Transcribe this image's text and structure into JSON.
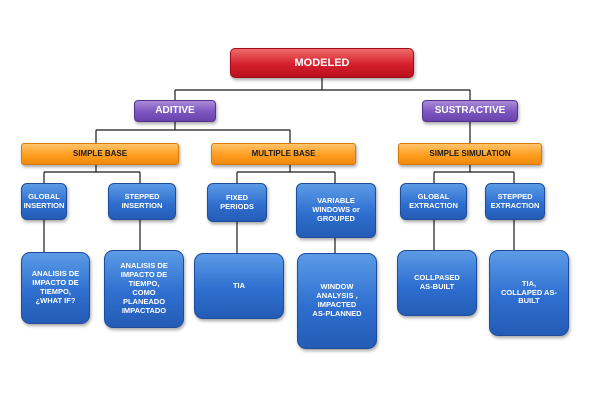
{
  "diagram": {
    "root": "MODELED",
    "aditive": "ADITIVE",
    "sustractive": "SUSTRACTIVE",
    "simple_base": "SIMPLE BASE",
    "multiple_base": "MULTIPLE BASE",
    "simple_simulation": "SIMPLE SIMULATION",
    "global_insertion": "GLOBAL\nINSERTION",
    "stepped_insertion": "STEPPED\nINSERTION",
    "fixed_periods": "FIXED\nPERIODS",
    "variable_windows": "VARIABLE\nWINDOWS or\nGROUPED",
    "global_extraction": "GLOBAL\nEXTRACTION",
    "stepped_extraction": "STEPPED\nEXTRACTION",
    "analisis_what_if": "ANALISIS DE\nIMPACTO DE\nTIEMPO,\n¿WHAT IF?",
    "analisis_planeado": "ANALISIS DE\nIMPACTO DE\nTIEMPO,\nCOMO\nPLANEADO\nIMPACTADO",
    "tia": "TIA",
    "window_analysis": "WINDOW\nANALYSIS ,\nIMPACTED\nAS-PLANNED",
    "collapsed_as_built": "COLLPASED\nAS-BUILT",
    "tia_collaped": "TIA,\nCOLLAPED  AS-\nBUILT"
  }
}
